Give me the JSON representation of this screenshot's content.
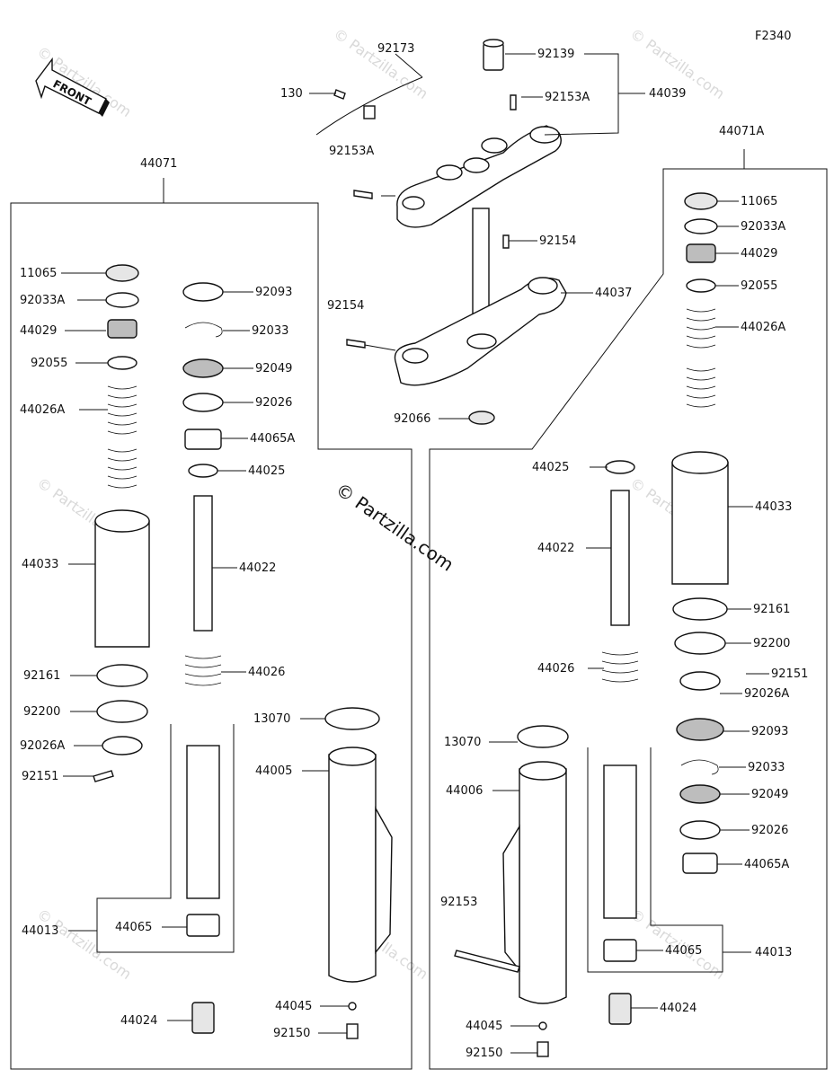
{
  "diagram_id": "F2340",
  "front_label": "FRONT",
  "copyright": "© Partzilla.com",
  "watermark": "© Partzilla.com",
  "labels": {
    "p92173": "92173",
    "p130": "130",
    "p92139": "92139",
    "p92153A_top": "92153A",
    "p44039": "44039",
    "p92153A_left": "92153A",
    "p44071": "44071",
    "p44071A": "44071A",
    "p92154_right": "92154",
    "p44037": "44037",
    "p92154_left": "92154",
    "p92066": "92066",
    "L_11065": "11065",
    "L_92033A": "92033A",
    "L_44029": "44029",
    "L_92055": "92055",
    "L_44026A": "44026A",
    "L_44033": "44033",
    "L_92161": "92161",
    "L_92200": "92200",
    "L_92026A": "92026A",
    "L_92151": "92151",
    "L_44013": "44013",
    "L_44065": "44065",
    "L_44024": "44024",
    "L_92093": "92093",
    "L_92033": "92033",
    "L_92049": "92049",
    "L_92026": "92026",
    "L_44065A": "44065A",
    "L_44025": "44025",
    "L_44022": "44022",
    "L_44026": "44026",
    "L_13070": "13070",
    "L_44005": "44005",
    "L_44045": "44045",
    "L_92150": "92150",
    "R_11065": "11065",
    "R_92033A": "92033A",
    "R_44029": "44029",
    "R_92055": "92055",
    "R_44026A": "44026A",
    "R_44033": "44033",
    "R_92161": "92161",
    "R_92200": "92200",
    "R_92151": "92151",
    "R_92026A": "92026A",
    "R_92093": "92093",
    "R_92033": "92033",
    "R_92049": "92049",
    "R_92026": "92026",
    "R_44065A": "44065A",
    "R_44013": "44013",
    "R_44065": "44065",
    "R_44024": "44024",
    "R_44025": "44025",
    "R_44022": "44022",
    "R_44026": "44026",
    "R_13070": "13070",
    "R_44006": "44006",
    "R_92153": "92153",
    "R_44045": "44045",
    "R_92150": "92150"
  }
}
